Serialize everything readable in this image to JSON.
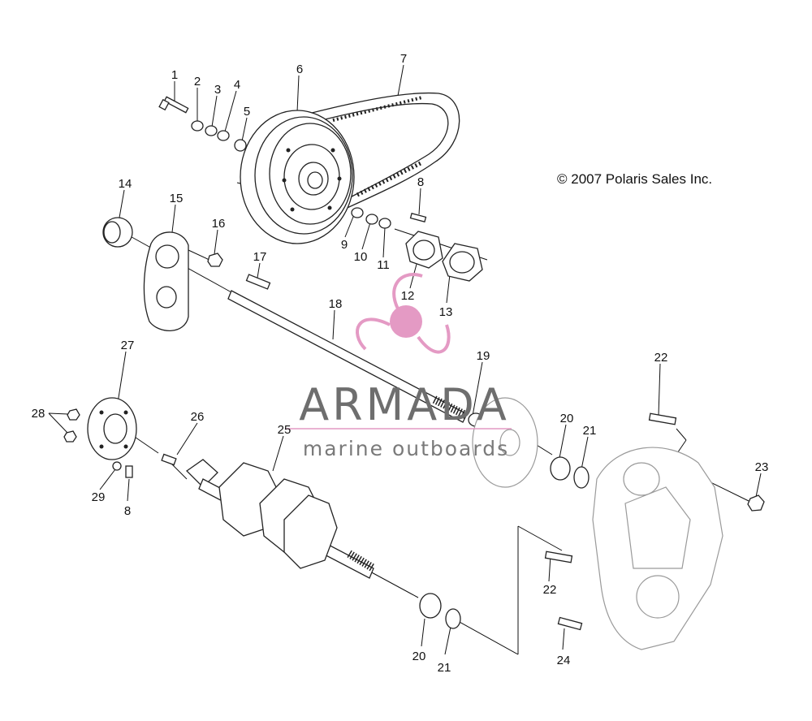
{
  "copyright": "© 2007 Polaris Sales Inc.",
  "watermark": {
    "brand": "ARMADA",
    "tagline": "marine outboards",
    "accent_color": "#e49ac4"
  },
  "callouts": [
    "1",
    "2",
    "3",
    "4",
    "5",
    "6",
    "7",
    "8",
    "9",
    "10",
    "11",
    "12",
    "13",
    "14",
    "15",
    "16",
    "17",
    "18",
    "19",
    "20",
    "21",
    "22",
    "23",
    "24",
    "25",
    "26",
    "27",
    "28",
    "29",
    "8",
    "20",
    "21",
    "22"
  ]
}
